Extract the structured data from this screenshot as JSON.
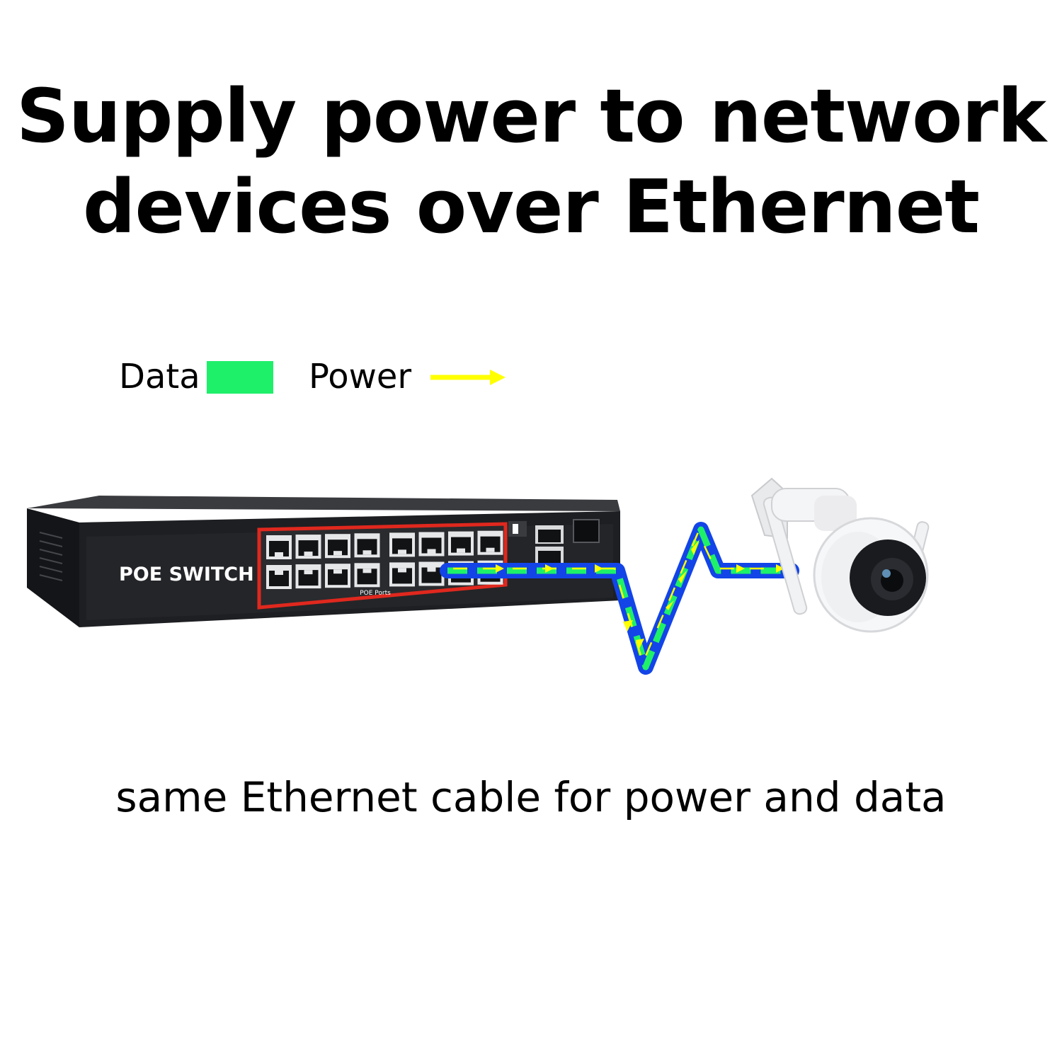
{
  "headline": {
    "line1": "Supply power to network",
    "line2": "devices over Ethernet"
  },
  "legend": {
    "data_label": "Data",
    "power_label": "Power",
    "data_color": "#1ef06a",
    "power_color": "#ffff00"
  },
  "switch": {
    "label": "POE SWITCH",
    "ports_label": "POE Ports",
    "port_count": 16,
    "body_color": "#1e1f22",
    "panel_border_color": "#e0281e"
  },
  "cable": {
    "outline_color": "#1344e8",
    "data_color": "#1ef06a",
    "power_color": "#ffff00"
  },
  "camera": {
    "icon": "security-camera-icon"
  },
  "caption": "same Ethernet cable for power and data"
}
